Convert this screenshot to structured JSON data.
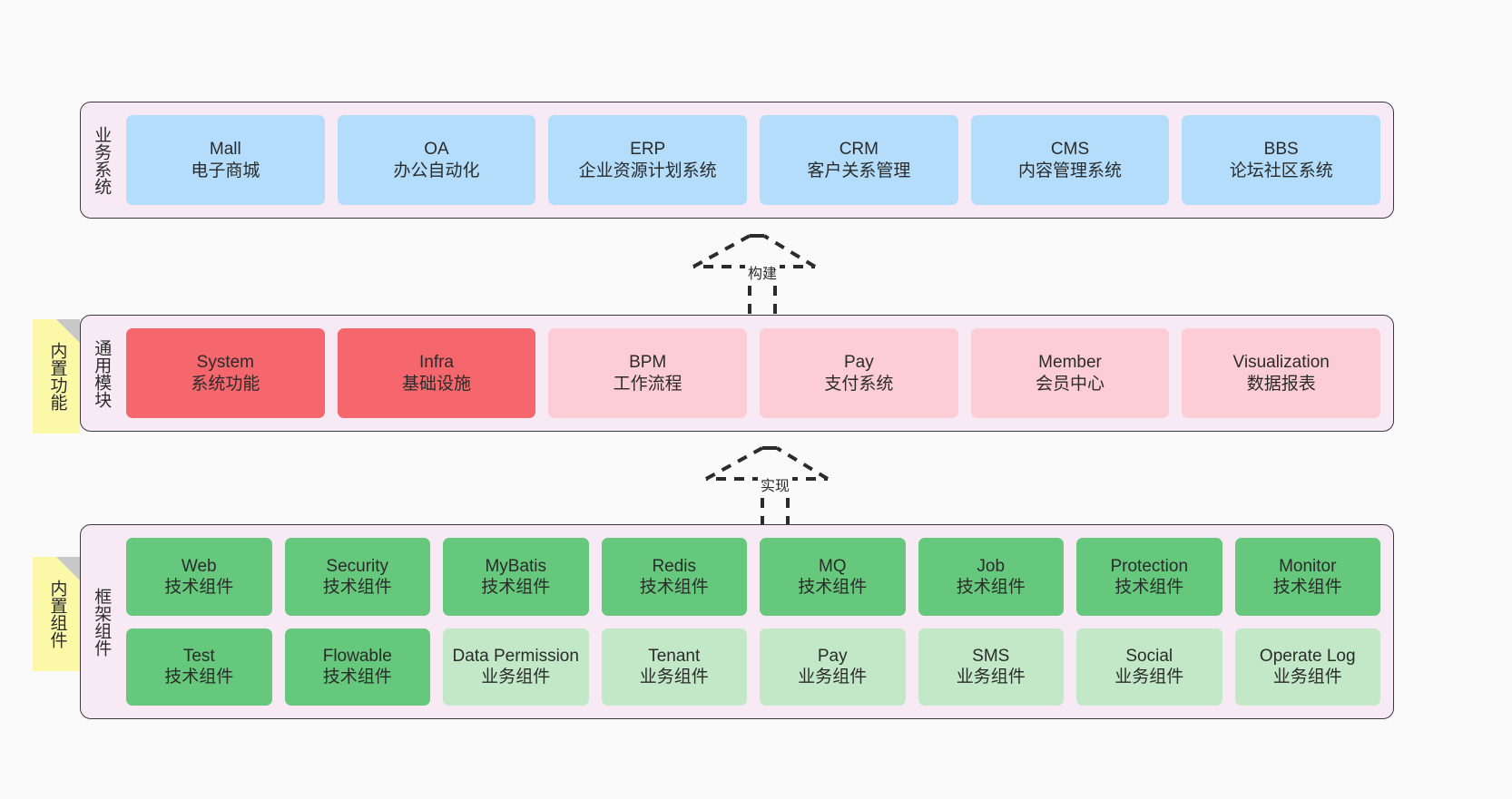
{
  "diagram": {
    "background_color": "#fafafa",
    "panel_color": "#f8eaf4",
    "panel_border_color": "#3b3742",
    "note_color": "#fbf8a8",
    "colors": {
      "blue": "#b3ddfb",
      "red": "#f5676c",
      "pink": "#fccdd4",
      "green": "#66c87c",
      "light_green": "#c2e8c8"
    }
  },
  "layers": [
    {
      "id": "business-systems",
      "title": "业务系统",
      "rows": [
        [
          {
            "name": "Mall",
            "desc": "电子商城",
            "color": "blue"
          },
          {
            "name": "OA",
            "desc": "办公自动化",
            "color": "blue"
          },
          {
            "name": "ERP",
            "desc": "企业资源计划系统",
            "color": "blue"
          },
          {
            "name": "CRM",
            "desc": "客户关系管理",
            "color": "blue"
          },
          {
            "name": "CMS",
            "desc": "内容管理系统",
            "color": "blue"
          },
          {
            "name": "BBS",
            "desc": "论坛社区系统",
            "color": "blue"
          }
        ]
      ]
    },
    {
      "id": "common-modules",
      "title": "通用模块",
      "note": "内置功能",
      "rows": [
        [
          {
            "name": "System",
            "desc": "系统功能",
            "color": "red"
          },
          {
            "name": "Infra",
            "desc": "基础设施",
            "color": "red"
          },
          {
            "name": "BPM",
            "desc": "工作流程",
            "color": "pink"
          },
          {
            "name": "Pay",
            "desc": "支付系统",
            "color": "pink"
          },
          {
            "name": "Member",
            "desc": "会员中心",
            "color": "pink"
          },
          {
            "name": "Visualization",
            "desc": "数据报表",
            "color": "pink"
          }
        ]
      ]
    },
    {
      "id": "framework-components",
      "title": "框架组件",
      "note": "内置组件",
      "rows": [
        [
          {
            "name": "Web",
            "desc": "技术组件",
            "color": "green"
          },
          {
            "name": "Security",
            "desc": "技术组件",
            "color": "green"
          },
          {
            "name": "MyBatis",
            "desc": "技术组件",
            "color": "green"
          },
          {
            "name": "Redis",
            "desc": "技术组件",
            "color": "green"
          },
          {
            "name": "MQ",
            "desc": "技术组件",
            "color": "green"
          },
          {
            "name": "Job",
            "desc": "技术组件",
            "color": "green"
          },
          {
            "name": "Protection",
            "desc": "技术组件",
            "color": "green"
          },
          {
            "name": "Monitor",
            "desc": "技术组件",
            "color": "green"
          }
        ],
        [
          {
            "name": "Test",
            "desc": "技术组件",
            "color": "green"
          },
          {
            "name": "Flowable",
            "desc": "技术组件",
            "color": "green"
          },
          {
            "name": "Data Permission",
            "desc": "业务组件",
            "color": "light_green"
          },
          {
            "name": "Tenant",
            "desc": "业务组件",
            "color": "light_green"
          },
          {
            "name": "Pay",
            "desc": "业务组件",
            "color": "light_green"
          },
          {
            "name": "SMS",
            "desc": "业务组件",
            "color": "light_green"
          },
          {
            "name": "Social",
            "desc": "业务组件",
            "color": "light_green"
          },
          {
            "name": "Operate Log",
            "desc": "业务组件",
            "color": "light_green"
          }
        ]
      ]
    }
  ],
  "connectors": [
    {
      "id": "build",
      "label": "构建"
    },
    {
      "id": "implement",
      "label": "实现"
    }
  ]
}
